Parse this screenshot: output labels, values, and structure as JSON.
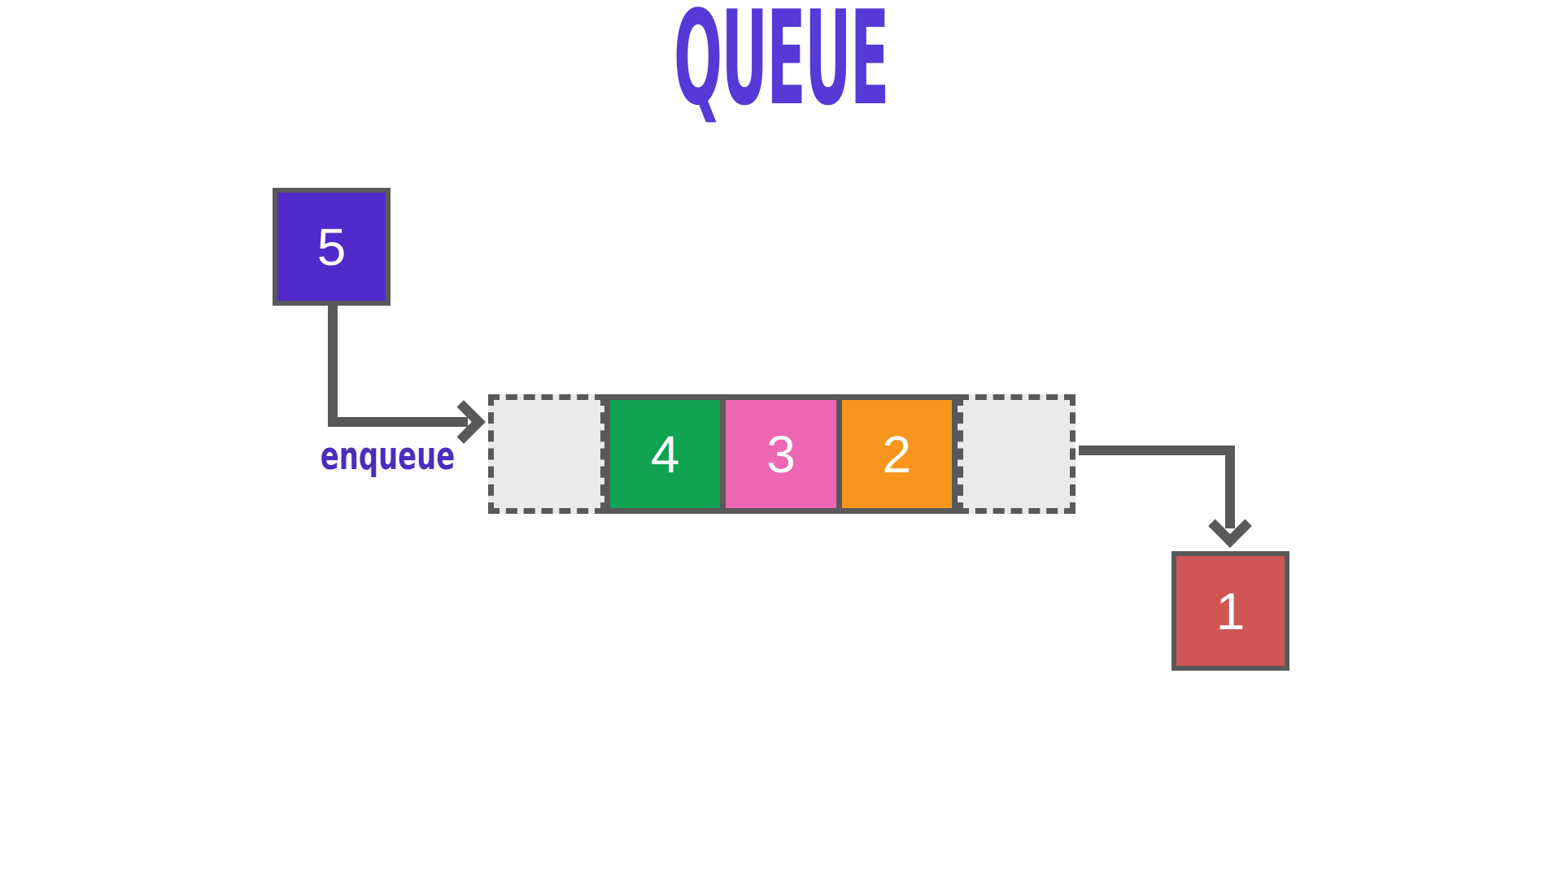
{
  "title": {
    "text": "QUEUE",
    "color": "#5639d6"
  },
  "enqueue": {
    "label": "enqueue",
    "label_color": "#4b2dbe",
    "item": {
      "value": "5",
      "color": "#5229cb"
    }
  },
  "queue": {
    "items": [
      {
        "value": "4",
        "color": "#0fa352"
      },
      {
        "value": "3",
        "color": "#ee67b2"
      },
      {
        "value": "2",
        "color": "#f8951d"
      }
    ],
    "empty_slot_fill": "#eaeaea"
  },
  "dequeue": {
    "item": {
      "value": "1",
      "color": "#d05656"
    }
  },
  "palette": {
    "structure_gray": "#595959",
    "background": "#ffffff",
    "item_text": "#ffffff"
  }
}
